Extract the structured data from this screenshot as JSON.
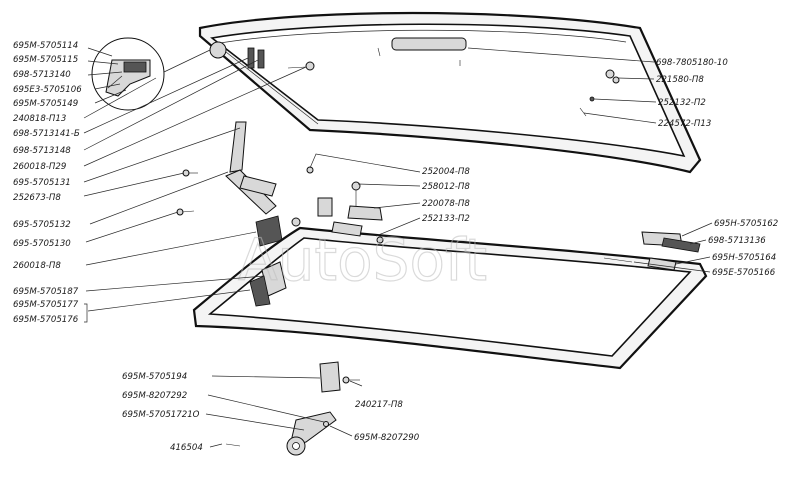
{
  "watermark": "AutoSoft",
  "labels": {
    "p114": "695M-5705114",
    "p115": "695M-5705115",
    "p140": "698-5713140",
    "p106": "695E3-5705106",
    "p149": "695M-5705149",
    "p24081813": "240818-П13",
    "p141": "698-5713141-Б",
    "p148": "698-5713148",
    "p260018p29": "260018-П29",
    "p131": "695-5705131",
    "p252673": "252673-П8",
    "p132": "695-5705132",
    "p130": "695-5705130",
    "p260018p8": "260018-П8",
    "p187": "695M-5705187",
    "p177": "695M-5705177",
    "p176": "695M-5705176",
    "p194": "695M-5705194",
    "p292": "695M-8207292",
    "p17210": "695M-57051721O",
    "p416504": "416504",
    "p7805180": "698-7805180-10",
    "p221580": "221580-П8",
    "p252132": "252132-П2",
    "p224572": "224572-П13",
    "p252004": "252004-П8",
    "p258012": "258012-П8",
    "p220078": "220078-П8",
    "p252133": "252133-П2",
    "p162": "695Н-5705162",
    "p136": "698-5713136",
    "p164": "695Н-5705164",
    "p166": "695Е-5705166",
    "p240217": "240217-П8",
    "p290": "695M-8207290"
  }
}
